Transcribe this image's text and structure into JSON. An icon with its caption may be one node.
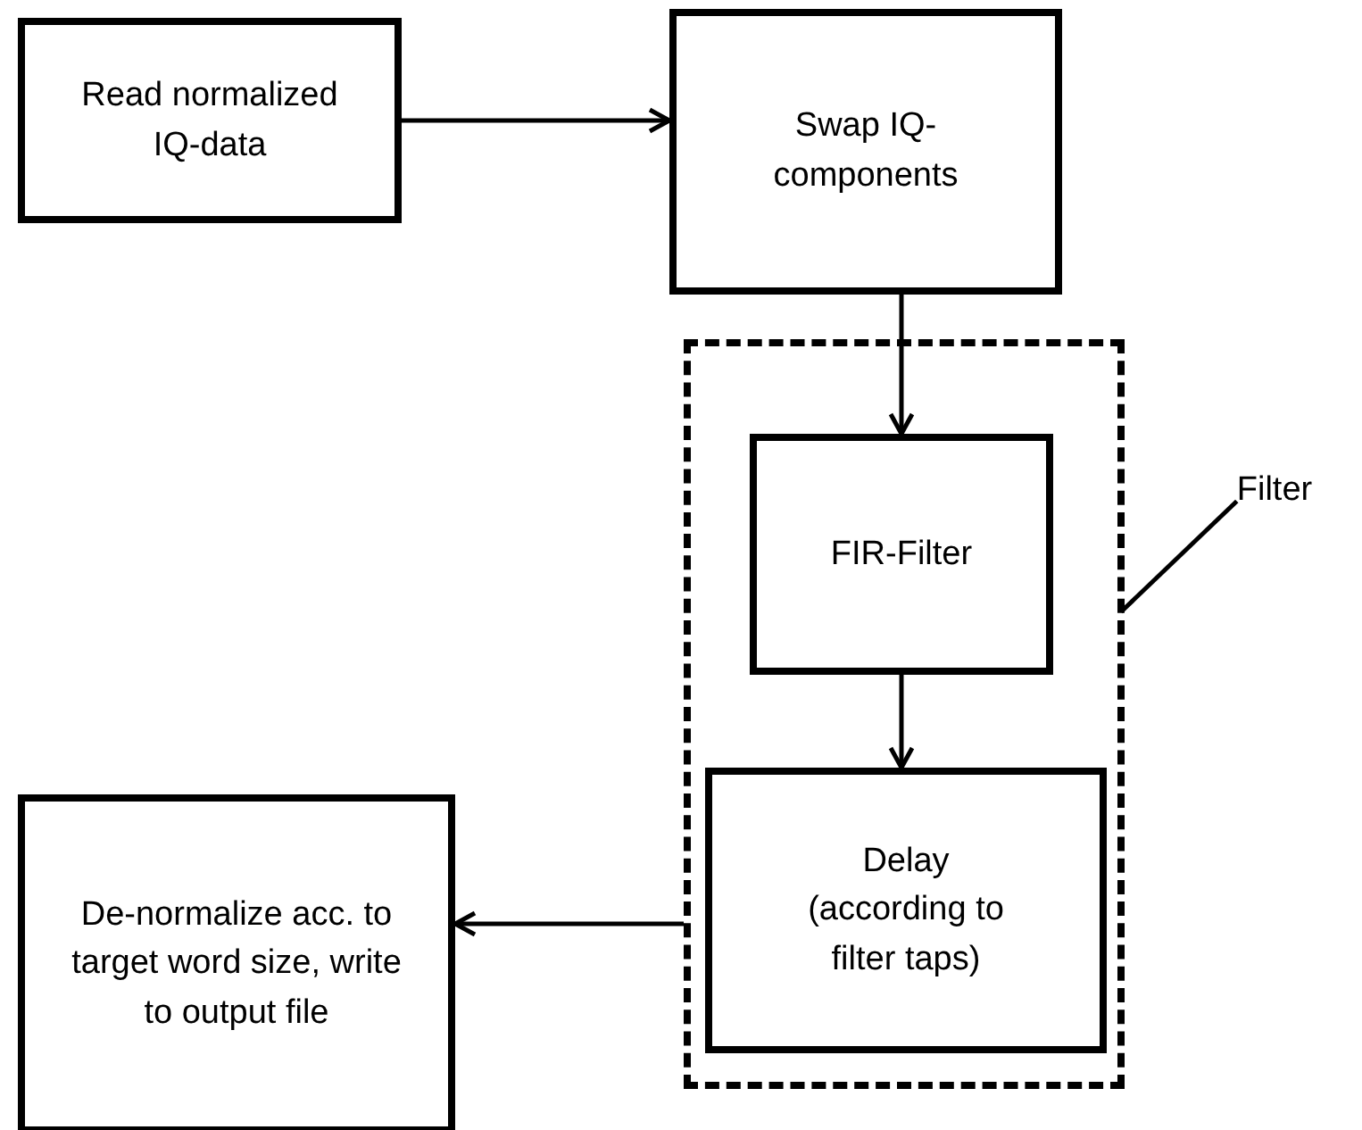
{
  "diagram": {
    "nodes": [
      {
        "text": [
          "Read normalized IQ-data"
        ]
      },
      {
        "text": [
          "Swap IQ-components"
        ]
      },
      {
        "text": [],
        "shape": "box"
      },
      {
        "text": [
          "FIR-Filter"
        ],
        "in": 2
      },
      {
        "text": [
          "Delay (according to filter taps)"
        ],
        "in": 2
      },
      {
        "text": [
          "De-normalize acc. to target word size, write to output file"
        ]
      },
      {
        "text": [
          "Filter"
        ]
      }
    ],
    "edges": [
      {
        "from": 0,
        "to": 1,
        "arrow": "to"
      },
      {
        "from": 1,
        "to": 3,
        "arrow": "to"
      },
      {
        "from": 3,
        "to": 4,
        "arrow": "to"
      },
      {
        "from": 4,
        "to": 5,
        "arrow": "to"
      },
      {
        "from": 6,
        "to": 2,
        "arrow": "none"
      }
    ]
  }
}
